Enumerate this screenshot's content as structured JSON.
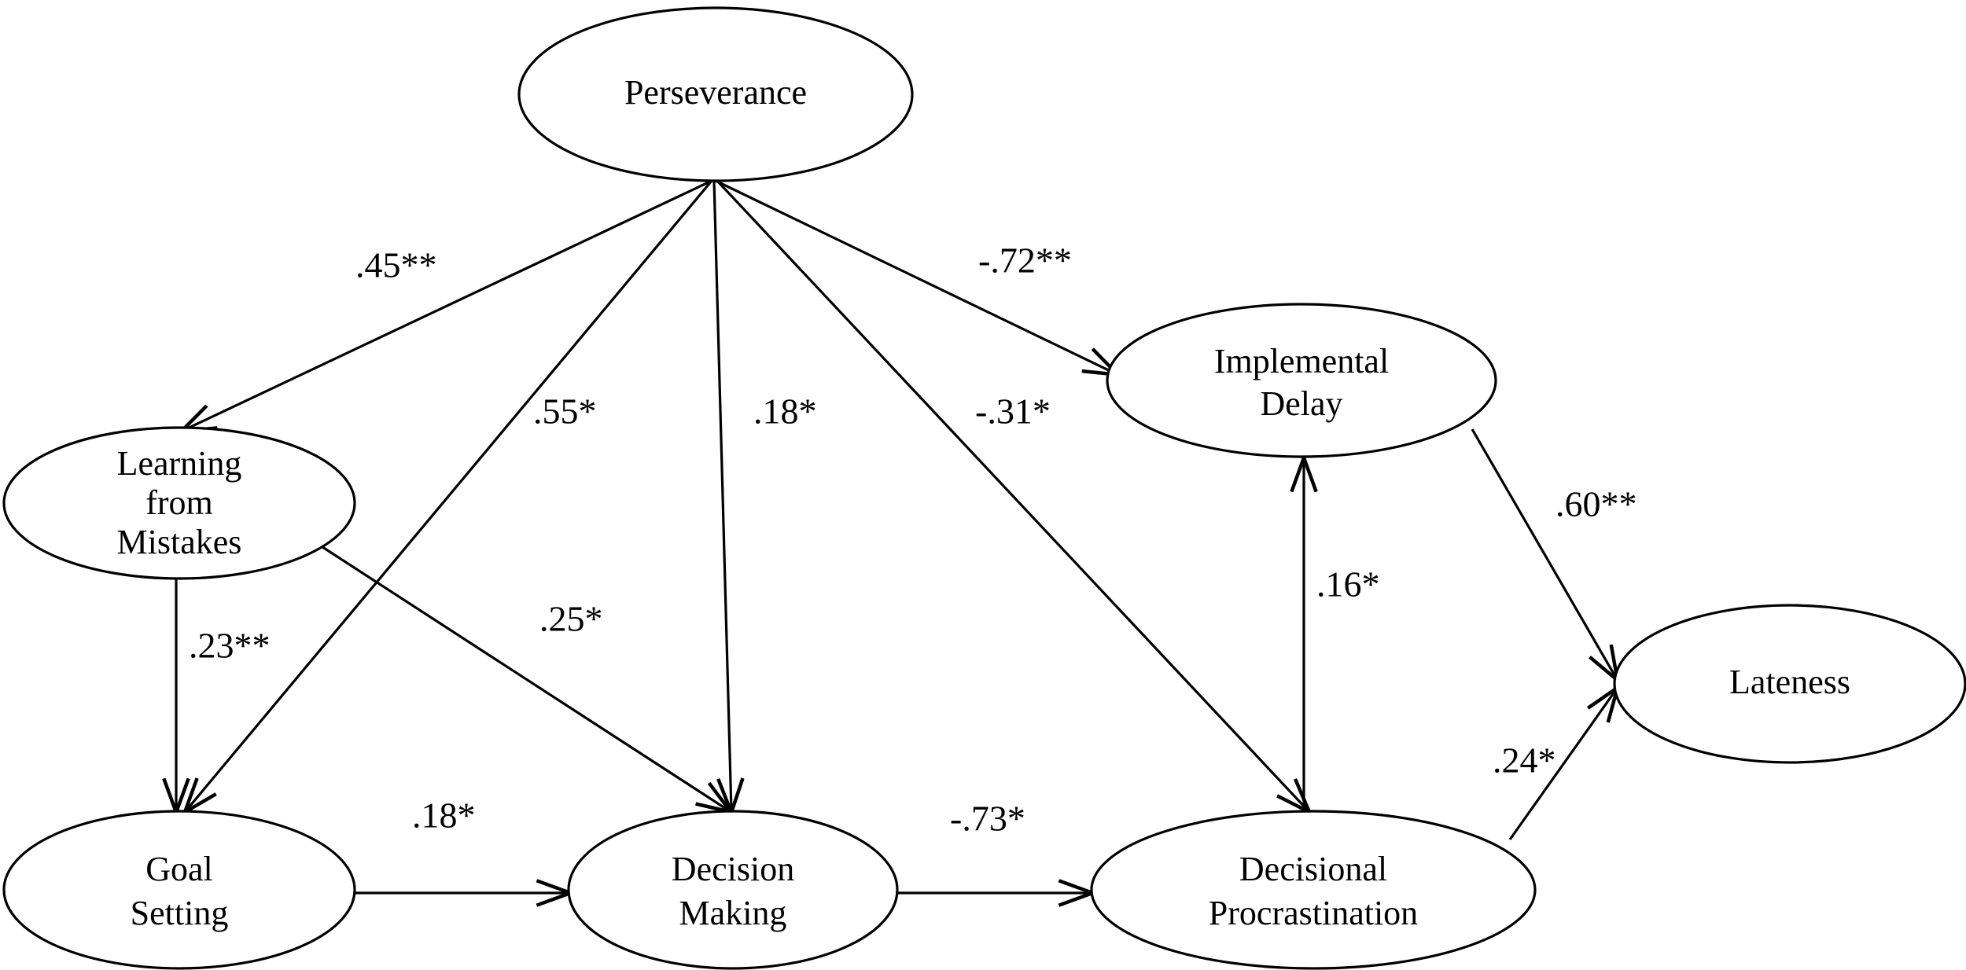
{
  "diagram": {
    "type": "path-diagram",
    "title": "",
    "background_color": "#ffffff",
    "line_color": "#000000",
    "text_color": "#000000",
    "nodes": [
      {
        "id": "perseverance",
        "label": "Perseverance",
        "line1": "Perseverance",
        "line2": ""
      },
      {
        "id": "learning-from-mistakes",
        "label": "Learning from Mistakes",
        "line1": "Learning",
        "line2": "from",
        "line3": "Mistakes"
      },
      {
        "id": "implemental-delay",
        "label": "Implemental Delay",
        "line1": "Implemental",
        "line2": "Delay"
      },
      {
        "id": "goal-setting",
        "label": "Goal Setting",
        "line1": "Goal",
        "line2": "Setting"
      },
      {
        "id": "decision-making",
        "label": "Decision Making",
        "line1": "Decision",
        "line2": "Making"
      },
      {
        "id": "decisional-procrastination",
        "label": "Decisional Procrastination",
        "line1": "Decisional",
        "line2": "Procrastination"
      },
      {
        "id": "lateness",
        "label": "Lateness",
        "line1": "Lateness",
        "line2": ""
      }
    ],
    "edges": [
      {
        "id": "perseverance-to-learning-from-mistakes",
        "from": "perseverance",
        "to": "learning-from-mistakes",
        "coefficient": ".45**"
      },
      {
        "id": "perseverance-to-goal-setting",
        "from": "perseverance",
        "to": "goal-setting",
        "coefficient": ".55*"
      },
      {
        "id": "perseverance-to-decision-making",
        "from": "perseverance",
        "to": "decision-making",
        "coefficient": ".18*"
      },
      {
        "id": "perseverance-to-implemental-delay",
        "from": "perseverance",
        "to": "implemental-delay",
        "coefficient": "-.72**"
      },
      {
        "id": "perseverance-to-decisional-procrastination",
        "from": "perseverance",
        "to": "decisional-procrastination",
        "coefficient": "-.31*"
      },
      {
        "id": "learning-from-mistakes-to-goal-setting",
        "from": "learning-from-mistakes",
        "to": "goal-setting",
        "coefficient": ".23**"
      },
      {
        "id": "learning-from-mistakes-to-decision-making",
        "from": "learning-from-mistakes",
        "to": "decision-making",
        "coefficient": ".25*"
      },
      {
        "id": "goal-setting-to-decision-making",
        "from": "goal-setting",
        "to": "decision-making",
        "coefficient": ".18*"
      },
      {
        "id": "decision-making-to-decisional-procrastination",
        "from": "decision-making",
        "to": "decisional-procrastination",
        "coefficient": "-.73*"
      },
      {
        "id": "decisional-procrastination-to-implemental-delay",
        "from": "decisional-procrastination",
        "to": "implemental-delay",
        "coefficient": ".16*"
      },
      {
        "id": "implemental-delay-to-lateness",
        "from": "implemental-delay",
        "to": "lateness",
        "coefficient": ".60**"
      },
      {
        "id": "decisional-procrastination-to-lateness",
        "from": "decisional-procrastination",
        "to": "lateness",
        "coefficient": ".24*"
      }
    ]
  }
}
